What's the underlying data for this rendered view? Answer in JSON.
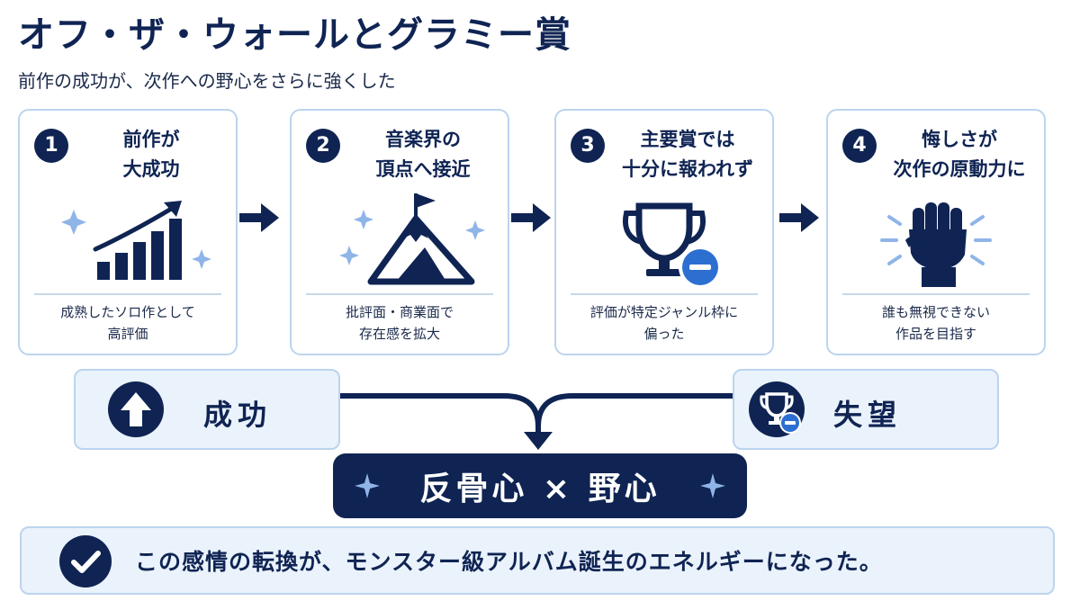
{
  "title": "オフ・ザ・ウォールとグラミー賞",
  "subtitle": "前作の成功が、次作への野心をさらに強くした",
  "steps": [
    {
      "number": "1",
      "heading": [
        "前作が",
        "大成功"
      ],
      "icon": "rising-bar-chart-icon",
      "note": [
        "成熟したソロ作として",
        "高評価"
      ]
    },
    {
      "number": "2",
      "heading": [
        "音楽界の",
        "頂点へ接近"
      ],
      "icon": "mountain-flag-icon",
      "note": [
        "批評面・商業面で",
        "存在感を拡大"
      ]
    },
    {
      "number": "3",
      "heading": [
        "主要賞では",
        "十分に報われず"
      ],
      "icon": "trophy-minus-icon",
      "note": [
        "評価が特定ジャンル枠に",
        "偏った"
      ]
    },
    {
      "number": "4",
      "heading": [
        "悔しさが",
        "次作の原動力に"
      ],
      "icon": "raised-fist-icon",
      "note": [
        "誰も無視できない",
        "作品を目指す"
      ]
    }
  ],
  "success": {
    "label": "成功",
    "icon": "up-arrow-icon"
  },
  "disappointment": {
    "label": "失望",
    "icon": "trophy-minus-icon"
  },
  "result": {
    "label": "反骨心 × 野心",
    "icon": "sparkle-icon"
  },
  "summary": {
    "text": "この感情の転換が、モンスター級アルバム誕生のエネルギーになった。",
    "icon": "check-icon"
  },
  "colors": {
    "navy": "#0f2453",
    "accent_blue": "#2d6fd1",
    "light_blue": "#eaf2fb",
    "border_blue": "#bcd4ee",
    "sparkle": "#8fb4e8"
  }
}
